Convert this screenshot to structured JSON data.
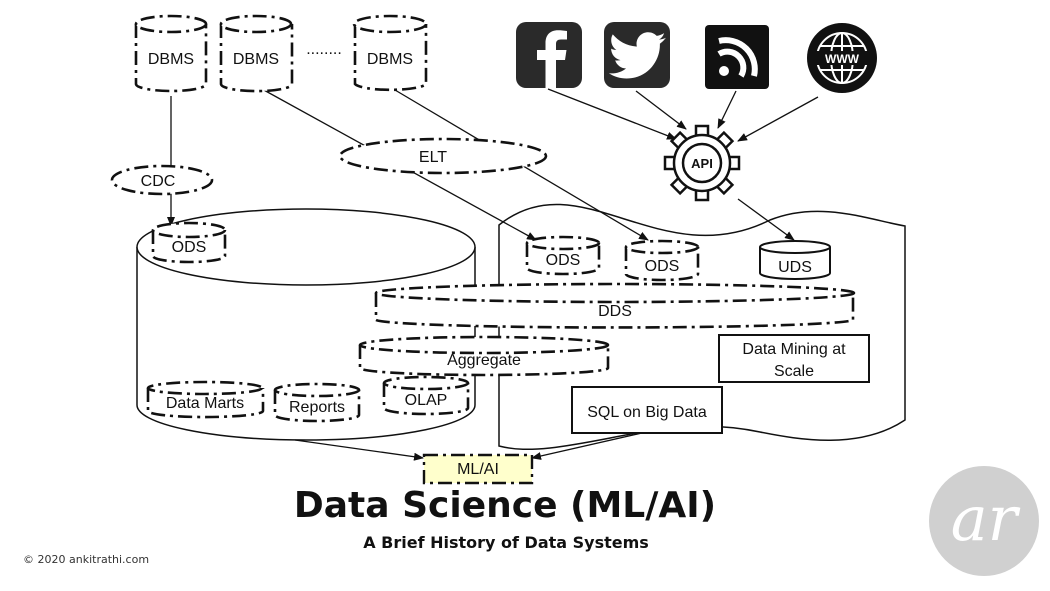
{
  "diagram": {
    "sources": [
      "DBMS",
      "DBMS",
      "DBMS"
    ],
    "source_ellipsis": "........",
    "cdc": "CDC",
    "elt": "ELT",
    "api": "API",
    "www": "WWW",
    "left_store": {
      "ods": "ODS",
      "data_marts": "Data Marts",
      "reports": "Reports",
      "olap": "OLAP"
    },
    "right_store": {
      "ods_1": "ODS",
      "ods_2": "ODS",
      "uds": "UDS",
      "data_mining_line1": "Data Mining at",
      "data_mining_line2": "Scale",
      "sql_big_data": "SQL on Big Data"
    },
    "dds": "DDS",
    "aggregate": "Aggregate",
    "ml_ai": "ML/AI",
    "ml_ai_fill": "#ffffcc"
  },
  "title": "Data Science (ML/AI)",
  "subtitle": "A Brief History of Data Systems",
  "copyright": "©  2020  ankitrathi.com",
  "logo_text": "ar"
}
